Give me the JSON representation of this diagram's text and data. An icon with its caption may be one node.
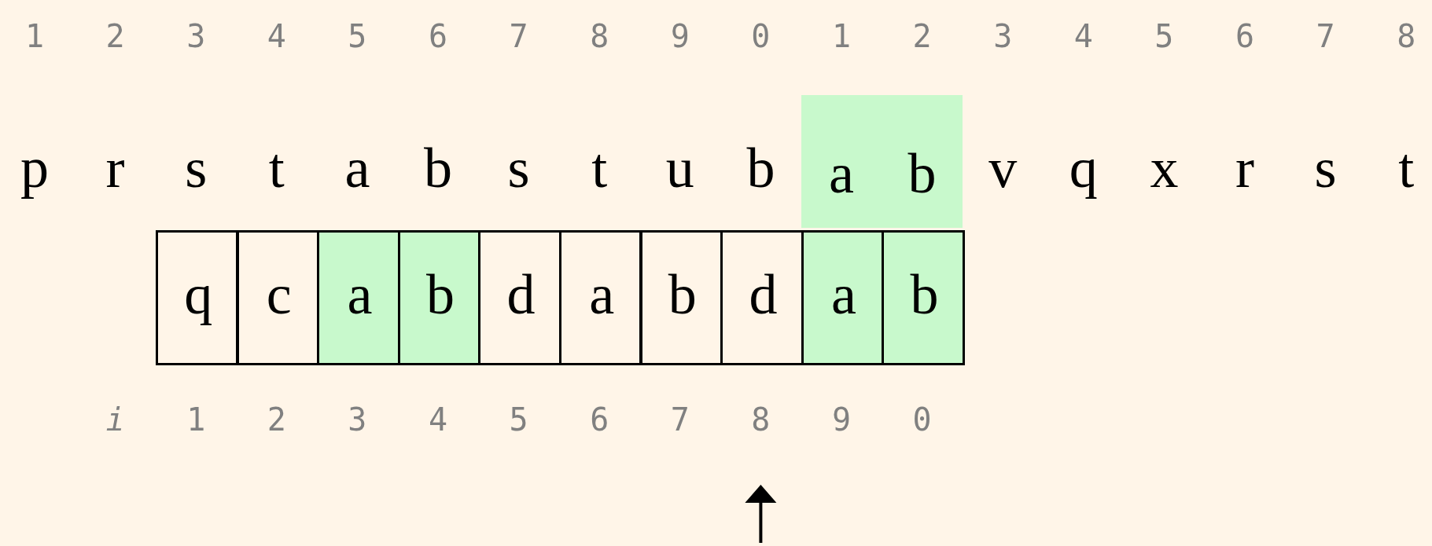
{
  "diagram": {
    "nodes": [
      {
        "text": [
          "a",
          "b"
        ]
      },
      {
        "text": [
          "q"
        ]
      },
      {
        "text": [
          "c"
        ]
      },
      {
        "text": [
          "a"
        ]
      },
      {
        "text": [
          "b"
        ]
      },
      {
        "text": [
          "d"
        ]
      },
      {
        "text": [
          "a"
        ]
      },
      {
        "text": [
          "b"
        ]
      },
      {
        "text": [
          "d"
        ]
      },
      {
        "text": [
          "a"
        ]
      },
      {
        "text": [
          "b"
        ]
      }
    ],
    "labels": [
      "1",
      "2",
      "3",
      "4",
      "5",
      "6",
      "7",
      "8",
      "9",
      "0",
      "1",
      "2",
      "3",
      "4",
      "5",
      "6",
      "7",
      "8",
      "p",
      "r",
      "s",
      "t",
      "a",
      "b",
      "s",
      "t",
      "u",
      "b",
      "v",
      "q",
      "x",
      "r",
      "s",
      "t",
      "i",
      "1",
      "2",
      "3",
      "4",
      "5",
      "6",
      "7",
      "8",
      "9",
      "0"
    ]
  }
}
